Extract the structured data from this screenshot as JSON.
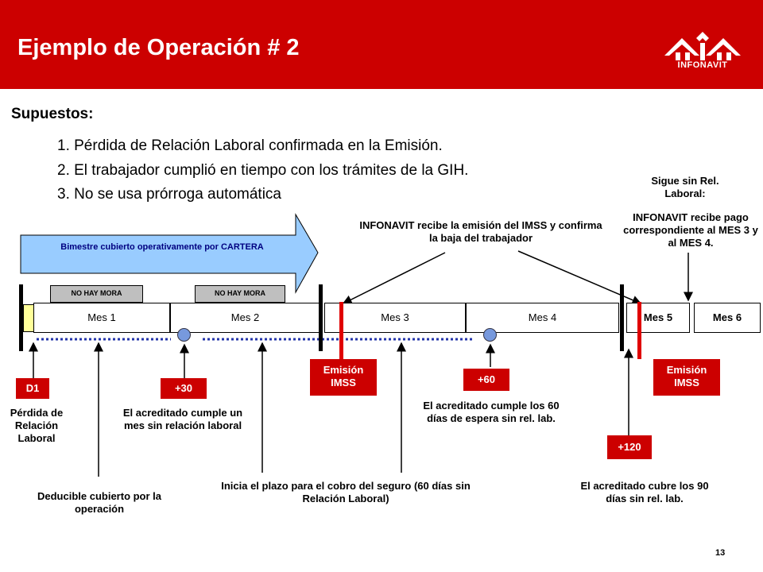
{
  "slide": {
    "title": "Ejemplo de Operación # 2",
    "brand": "INFONAVIT",
    "assumptions_heading": "Supuestos:",
    "assumptions": [
      "1. Pérdida de Relación Laboral confirmada en la Emisión.",
      "2. El trabajador cumplió en tiempo con los trámites de la GIH.",
      "3. No se usa prórroga automática"
    ],
    "page_number": "13"
  },
  "timeline": {
    "arrow_label": "Bimestre cubierto operativamente por CARTERA",
    "no_mora": [
      "NO HAY MORA",
      "NO HAY MORA"
    ],
    "months": [
      "Mes 1",
      "Mes 2",
      "Mes 3",
      "Mes 4",
      "Mes 5",
      "Mes 6"
    ],
    "markers": {
      "d1": "D1",
      "plus30": "+30",
      "plus60": "+60",
      "plus120": "+120",
      "emision1": "Emisión IMSS",
      "emision2": "Emisión IMSS"
    },
    "notes": {
      "perdida": "Pérdida de Relación Laboral",
      "plus30": "El acreditado cumple un mes sin relación laboral",
      "plus60": "El acreditado cumple los 60 días de espera sin rel. lab.",
      "deducible": "Deducible cubierto por la operación",
      "inicia": "Inicia el plazo para el cobro del seguro (60 días sin Relación Laboral)",
      "plus120": "El acreditado cubre los 90 días sin rel. lab.",
      "infonavit_emision": "INFONAVIT recibe la emisión del IMSS y confirma la baja del trabajador",
      "sigue_sin": "Sigue sin Rel. Laboral:",
      "infonavit_pago": "INFONAVIT recibe pago correspondiente al MES 3 y al MES 4."
    }
  },
  "colors": {
    "brand_red": "#cc0000",
    "arrow_blue": "#99ccff",
    "dot_blue": "#7799dd",
    "dotted_line": "#2233aa",
    "no_mora_gray": "#bfbfbf",
    "highlight_yellow": "#ffff99"
  }
}
